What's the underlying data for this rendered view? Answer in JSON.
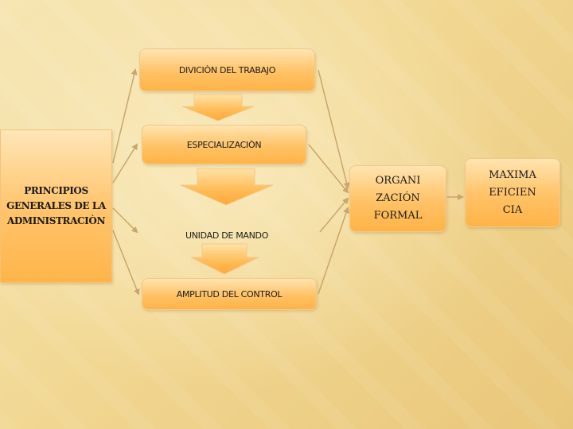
{
  "boxes": {
    "principios": "PRINCIPIOS\nGENERALES DE LA\nADMINISTRACIÒN",
    "division": "DIVICIÒN DEL TRABAJO",
    "especializacion": "ESPECIALIZACIÒN",
    "unidad": "UNIDAD DE MANDO",
    "amplitud": "AMPLITUD DEL CONTROL",
    "organizacion": "ORGANI\nZACIÓN\nFORMAL",
    "maxima": "MAXIMA\nEFICIEN\nCIA"
  },
  "colors": {
    "box_fill_top": "#ffe4b0",
    "box_fill_bottom": "#ffb347",
    "arrow_fill": "#ffb547",
    "line_color": "#c7a46a"
  }
}
